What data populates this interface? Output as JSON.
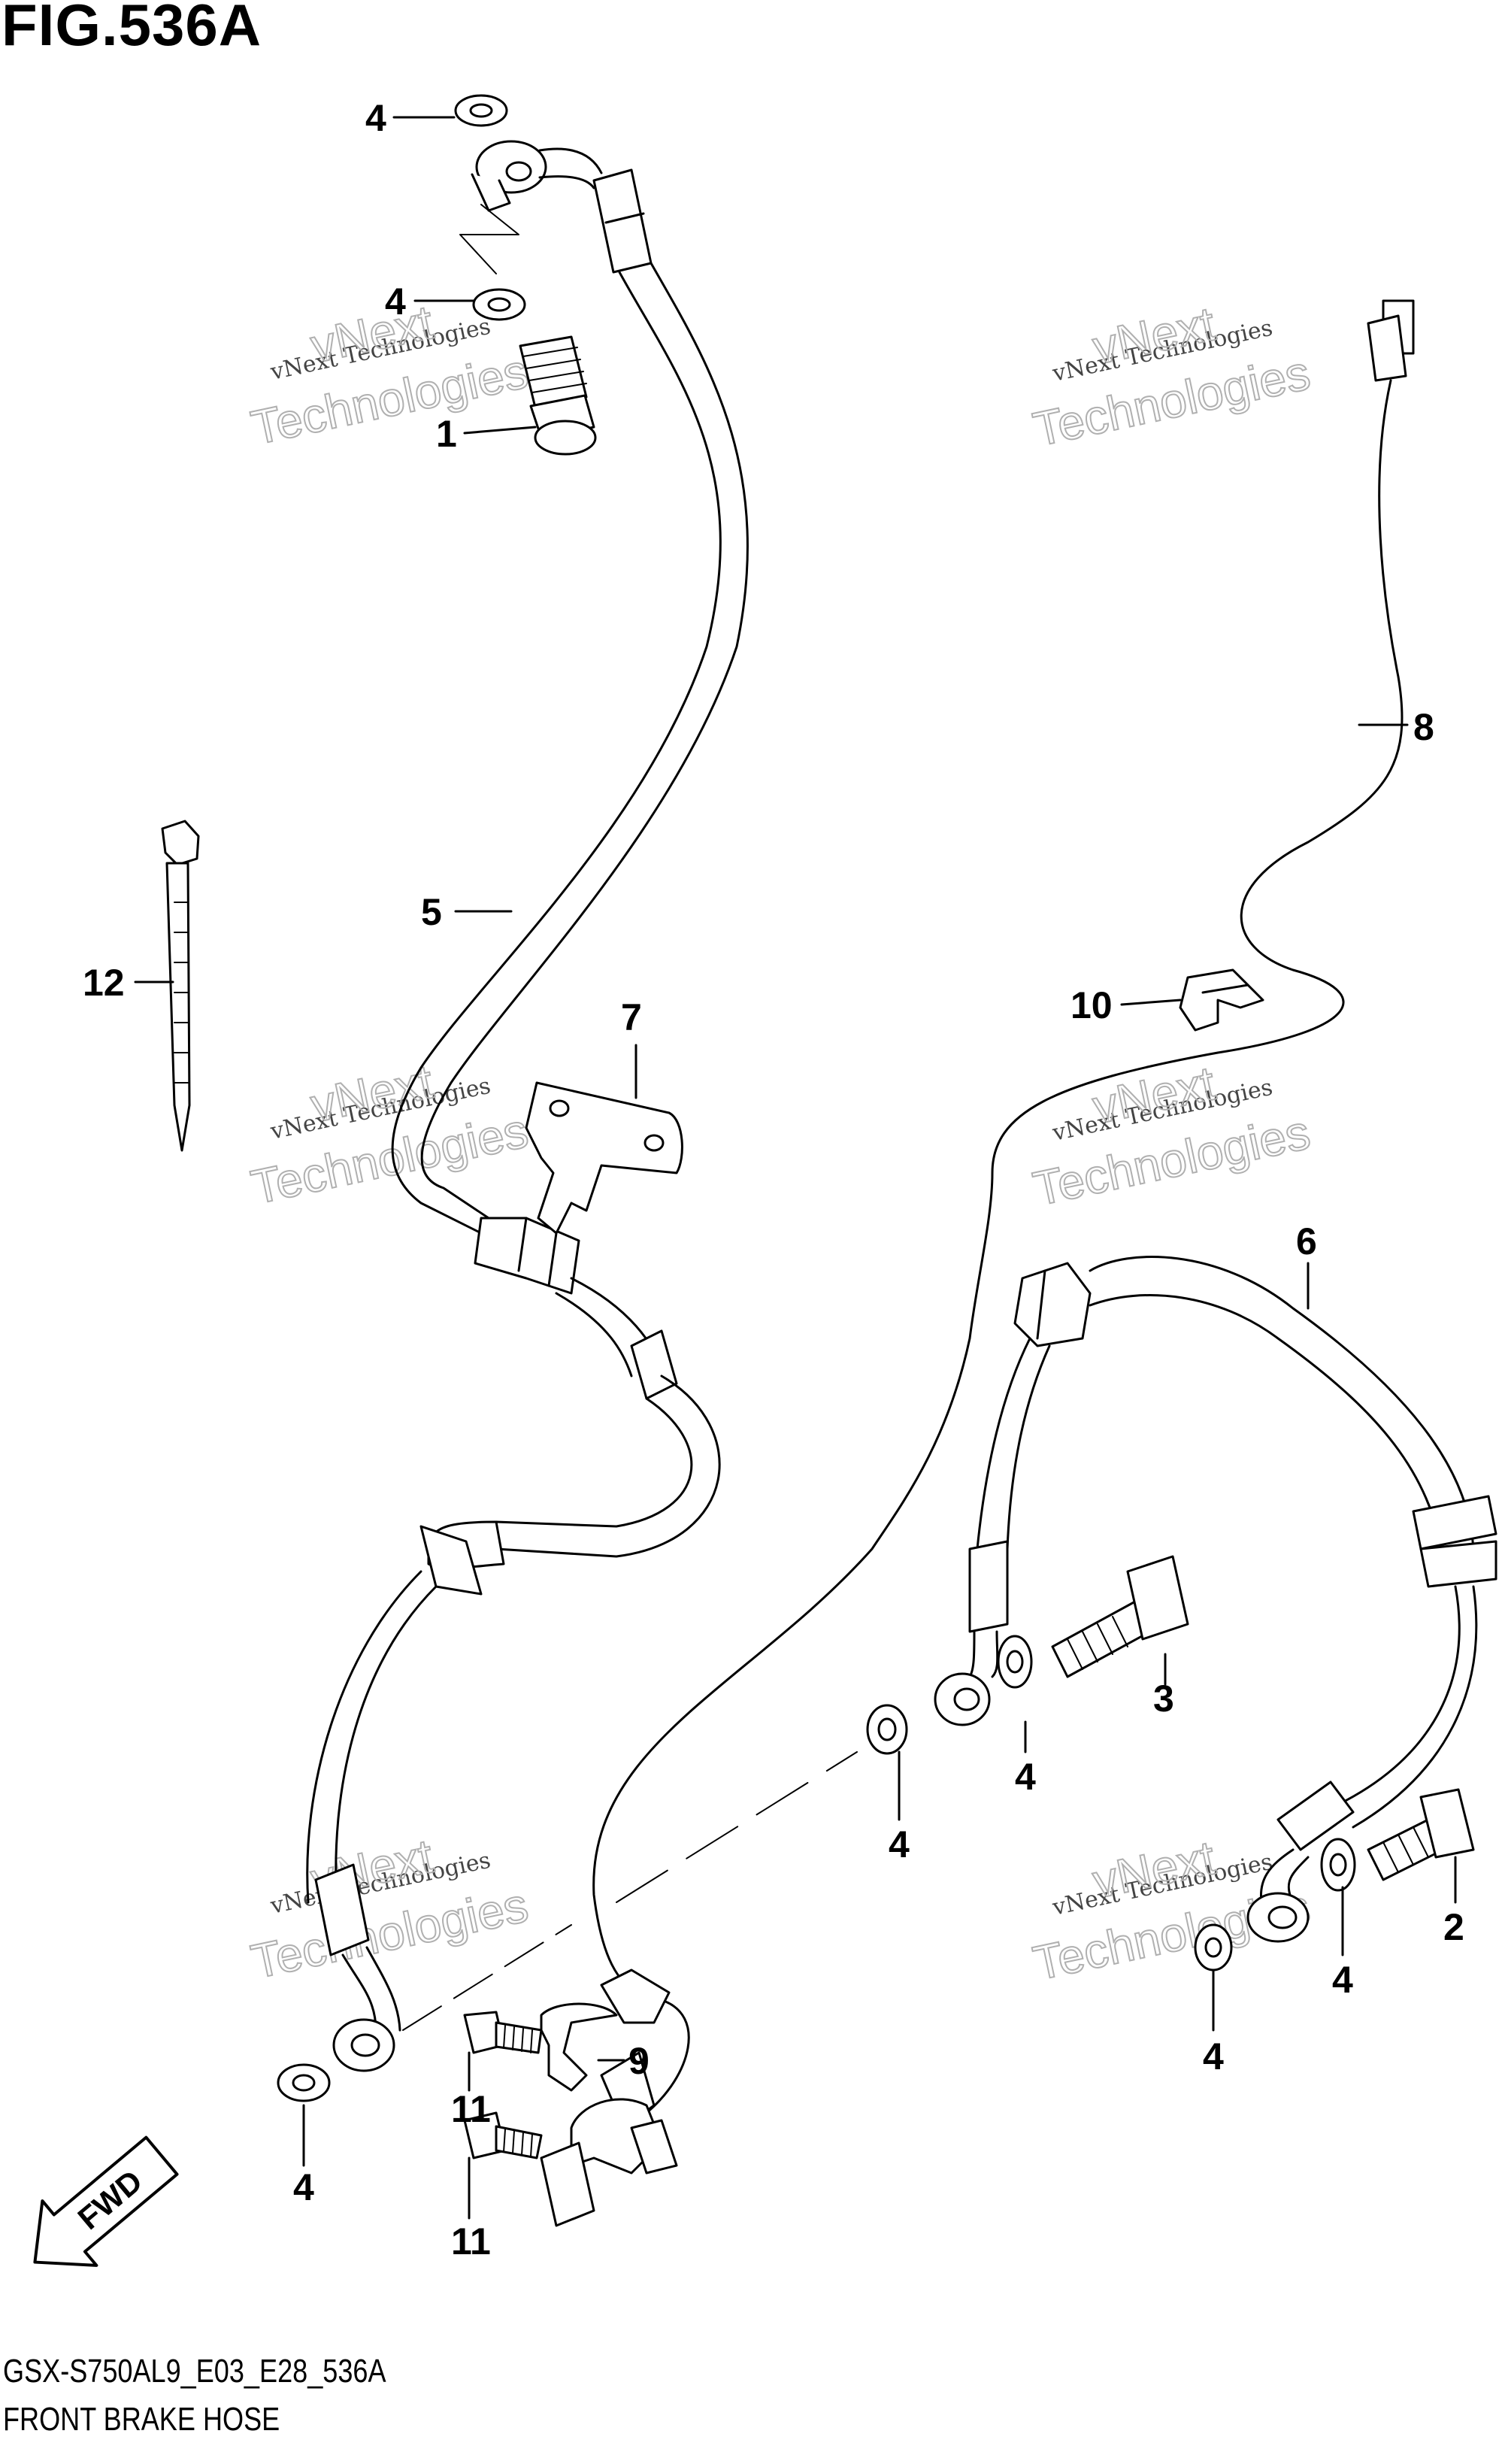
{
  "figure": {
    "title": "FIG.536A",
    "model_code": "GSX-S750AL9_E03_E28_536A",
    "section_name": "FRONT BRAKE HOSE"
  },
  "callouts": {
    "c1": "1",
    "c2": "2",
    "c3": "3",
    "c4a": "4",
    "c4b": "4",
    "c4c": "4",
    "c4d": "4",
    "c4e": "4",
    "c4f": "4",
    "c4g": "4",
    "c5": "5",
    "c6": "6",
    "c7": "7",
    "c8": "8",
    "c9": "9",
    "c10": "10",
    "c11a": "11",
    "c11b": "11",
    "c12": "12"
  },
  "watermark": {
    "small_text": "vNext Technologies",
    "large_line1": "vNext",
    "large_line2": "Technologies"
  },
  "direction_arrow": {
    "label": "FWD",
    "icon": "fwd-arrow-icon"
  }
}
